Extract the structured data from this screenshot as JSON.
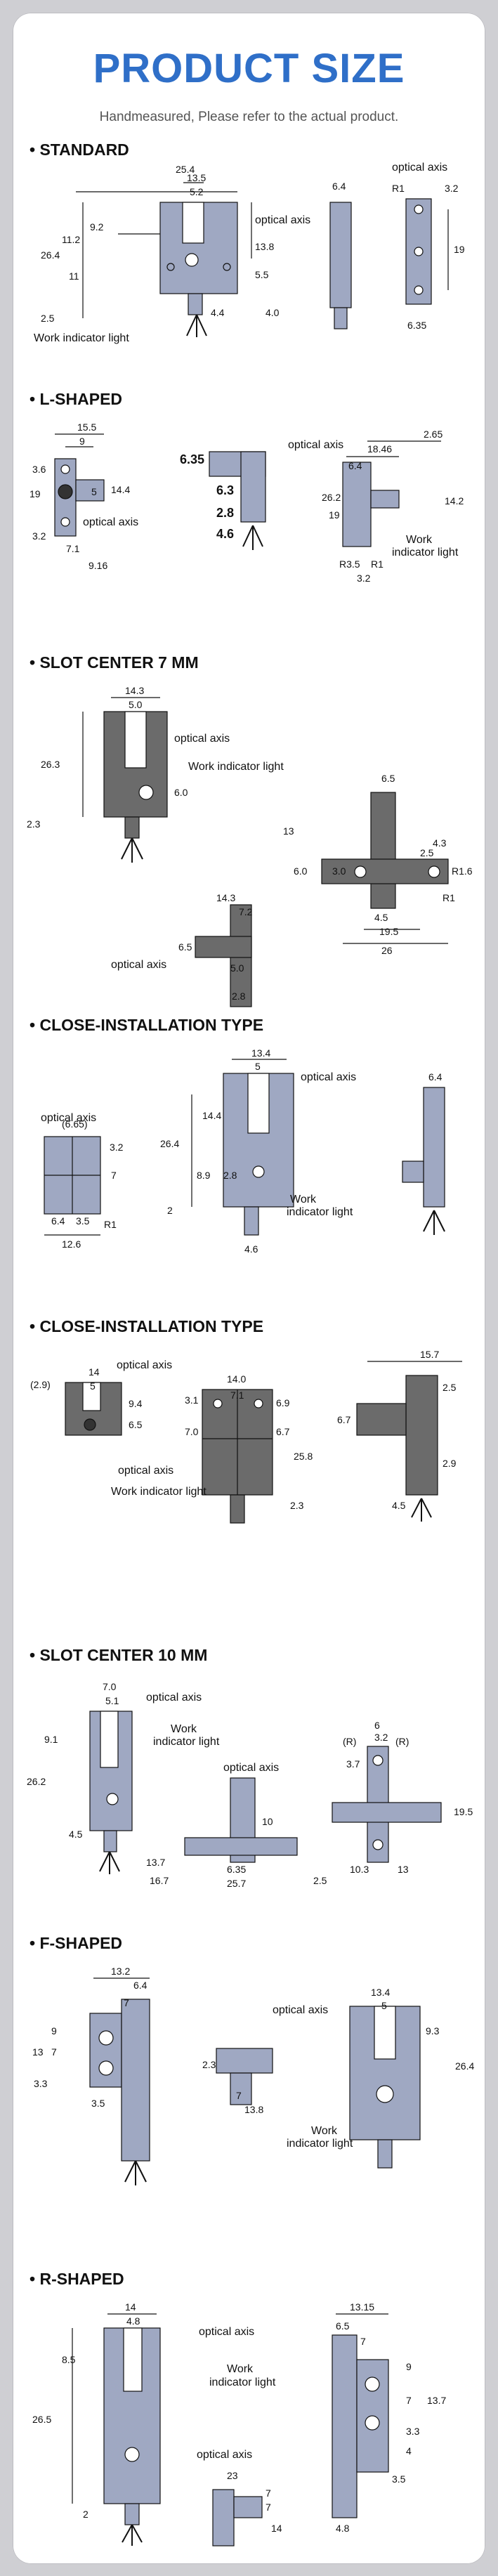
{
  "header": {
    "title": "PRODUCT SIZE",
    "subtitle": "Handmeasured, Please refer to the actual product."
  },
  "labels": {
    "optical_axis": "optical axis",
    "work_indicator_light": "Work indicator light",
    "work": "Work",
    "indicator_light": "indicator light"
  },
  "colors": {
    "title": "#2f6fc8",
    "body_fill": "#9fa8c2",
    "dark_fill": "#6b6b6b",
    "line": "#111111"
  },
  "sections": [
    {
      "title": "STANDARD",
      "dims": {
        "d1": "25.4",
        "d2": "13.5",
        "d3": "5.2",
        "d4": "9.2",
        "d5": "11.2",
        "d6": "26.4",
        "d7": "11",
        "d8": "13.8",
        "d9": "5.5",
        "d10": "2.5",
        "d11": "4.4",
        "d12": "4.0",
        "d13": "6.4",
        "d14": "R1",
        "d15": "3.2",
        "d16": "19",
        "d17": "6.35"
      },
      "extra_label": "optical axis"
    },
    {
      "title": "L-SHAPED",
      "dims": {
        "d1": "15.5",
        "d2": "9",
        "d3": "3.6",
        "d4": "19",
        "d5": "5",
        "d6": "14.4",
        "d7": "3.2",
        "d8": "7.1",
        "d9": "9.16",
        "d10": "6.35",
        "d11": "6.3",
        "d12": "2.8",
        "d13": "4.6",
        "d14": "2.65",
        "d15": "18.46",
        "d16": "6.4",
        "d17": "26.2",
        "d18": "19",
        "d19": "14.2",
        "d20": "R3.5",
        "d21": "R1",
        "d22": "3.2"
      }
    },
    {
      "title": "SLOT CENTER 7 MM",
      "dims": {
        "d1": "14.3",
        "d2": "5.0",
        "d3": "26.3",
        "d4": "6.0",
        "d5": "2.3",
        "d6": "6.5",
        "d7": "13",
        "d8": "4.3",
        "d9": "2.5",
        "d10": "R1.6",
        "d11": "6.0",
        "d12": "3.0",
        "d13": "R1",
        "d14": "4.5",
        "d15": "19.5",
        "d16": "26",
        "d17": "14.3",
        "d18": "7.2",
        "d19": "6.5",
        "d20": "5.0",
        "d21": "2.8"
      }
    },
    {
      "title": "CLOSE-INSTALLATION TYPE",
      "dims": {
        "d1": "(6.65)",
        "d2": "3.2",
        "d3": "7",
        "d4": "6.4",
        "d5": "3.5",
        "d6": "R1",
        "d7": "12.6",
        "d8": "13.4",
        "d9": "5",
        "d10": "14.4",
        "d11": "26.4",
        "d12": "8.9",
        "d13": "2.8",
        "d14": "2",
        "d15": "4.6",
        "d16": "6.4"
      }
    },
    {
      "title": "CLOSE-INSTALLATION TYPE",
      "dims": {
        "d1": "(2.9)",
        "d2": "14",
        "d3": "5",
        "d4": "9.4",
        "d5": "6.5",
        "d6": "14.0",
        "d7": "7.1",
        "d8": "3.1",
        "d9": "6.9",
        "d10": "7.0",
        "d11": "6.7",
        "d12": "25.8",
        "d13": "2.3",
        "d14": "15.7",
        "d15": "2.5",
        "d16": "6.7",
        "d17": "2.9",
        "d18": "4.5"
      }
    },
    {
      "title": "SLOT CENTER 10 MM",
      "dims": {
        "d1": "7.0",
        "d2": "5.1",
        "d3": "9.1",
        "d4": "26.2",
        "d5": "4.5",
        "d6": "13.7",
        "d7": "16.7",
        "d8": "10",
        "d9": "6.35",
        "d10": "25.7",
        "d11": "6",
        "d12": "3.2",
        "d13": "(R)",
        "d14": "(R)",
        "d15": "3.7",
        "d16": "19.5",
        "d17": "10.3",
        "d18": "13",
        "d19": "2.5"
      }
    },
    {
      "title": "F-SHAPED",
      "dims": {
        "d1": "13.2",
        "d2": "6.4",
        "d3": "7",
        "d4": "9",
        "d5": "13",
        "d6": "7",
        "d7": "3.3",
        "d8": "3.5",
        "d9": "2.3",
        "d10": "7",
        "d11": "13.8",
        "d12": "13.4",
        "d13": "5",
        "d14": "9.3",
        "d15": "26.4"
      }
    },
    {
      "title": "R-SHAPED",
      "dims": {
        "d1": "14",
        "d2": "4.8",
        "d3": "8.5",
        "d4": "26.5",
        "d5": "2",
        "d6": "23",
        "d7": "7",
        "d8": "7",
        "d9": "14",
        "d10": "13.15",
        "d11": "6.5",
        "d12": "7",
        "d13": "9",
        "d14": "7",
        "d15": "13.7",
        "d16": "3.3",
        "d17": "4",
        "d18": "3.5",
        "d19": "4.8"
      }
    }
  ]
}
